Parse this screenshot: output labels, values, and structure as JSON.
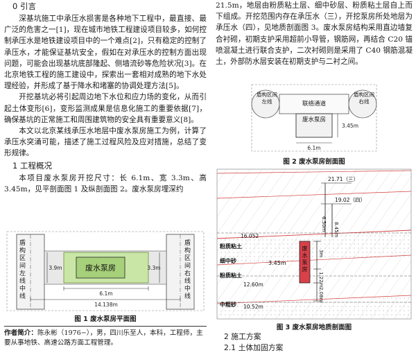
{
  "left": {
    "h0": "0  引言",
    "p1": "深基坑施工中承压水损害是各种地下工程中，最直接、最广泛的危害之一[1]，现在城市地铁工程建设项目较多，如何控制承压水是地铁建设项目中的一个难点[2]，只有稳定的控制了承压水，才能保证基坑安全，假如在对承压水的控制方面出现问题，可能会出现基坑底部隆起、侧墙流砂等危险状况[3]。在北京地铁工程的施工建设中，探索出一套相对成熟的地下水处理经验，并形成了基于降水和堵塞的协调处理方法[5]。",
    "p2": "开挖基坑必将引起周边地下水位和应力场的变化，从而引起土体变形[6]，变形监测成果是信息化施工的重要依据[7]，确保基坑的正常施工和周围建筑物的安全具有重要意义[8]。",
    "p3": "本文以北京某线承压水地层中废水泵房施工为例，计算了承压水突涌可能，描述了施工过程风险及应对措施，总结了变形规律。",
    "h1": "1  工程概况",
    "p4": "本项目废水泵房开挖尺寸：长 6.1m、宽 3.3m、高 3.45m，见平剖面图 1 及纵剖面图 2。废水泵房埋深约"
  },
  "fig1": {
    "left_label": "盾构区间左线中线",
    "right_label": "盾构区间右线中线",
    "room": "废水泵房",
    "dim_left": "3.9m",
    "dim_right": "3.3m",
    "dim_width": "6.1m",
    "dim_total": "14.138m",
    "caption": "图 1  废水泵房平面图"
  },
  "author": {
    "label": "作者简介：",
    "text": "陈永彬（1976−），男，四川乐至人，本科，工程师，主要从事地铁、高速公路方面工程管理。"
  },
  "right": {
    "p1": "21.5m，地层由粉质粘土层、细中砂层、粉质粘土层自上而下组成。开挖范围内存在承压水（三），开挖泵房所处地层为承压水（四），见地质剖面图 3。废水泵房结构采用直边墙复合衬砌，初期支护采用超前小导管，钢筋网，再结合 C20 锚喷混凝土进行联合支护，二次衬砌则是采用了 C40 钢筋混凝土，外部防水层安装在初期支护与二衬之间。",
    "h2": "2  施工方案",
    "h21": "2.1  土体加固方案"
  },
  "fig2": {
    "left_label": "盾构区间左线",
    "mid_label": "联络通道",
    "right_label": "盾构区间右线",
    "room": "废水泵房",
    "dim_h": "3.45m",
    "dim_w": "6.1m",
    "caption": "图 2  废水泵房剖面图"
  },
  "fig3": {
    "elev1": "21.71（三）",
    "elev2": "19.02（四）",
    "elev3": "16.052",
    "elev4": "12.60m",
    "elev5": "10.52m",
    "d1": "6.50m",
    "d2": "8.45m",
    "d3": "3m",
    "d4": "1.22m",
    "d5": "2.08m",
    "dim_h": "3.45m",
    "room": "废水泵房",
    "layer1": "粉质粘土",
    "layer2": "细中砂",
    "layer3": "粉质粘土",
    "layer4": "中粗砂",
    "caption": "图 3  废水泵房地质剖面图"
  }
}
